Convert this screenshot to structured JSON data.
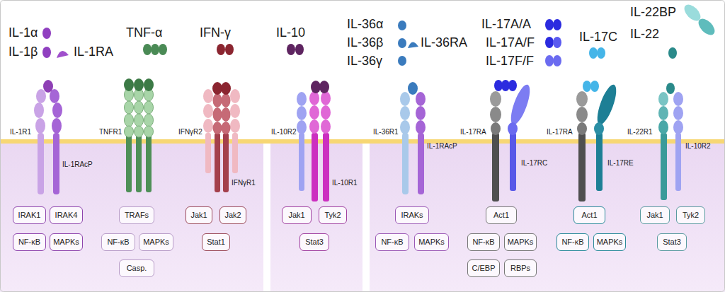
{
  "diagram": {
    "nodes": [
      {
        "text": [
          "IRAK1"
        ]
      },
      {
        "text": [
          "IRAK4"
        ]
      },
      {
        "text": [
          "NF-κB"
        ]
      },
      {
        "text": [
          "MAPKs"
        ]
      },
      {
        "text": [
          "TRAFs"
        ]
      },
      {
        "text": [
          "NF-κB"
        ]
      },
      {
        "text": [
          "MAPKs"
        ]
      },
      {
        "text": [
          "Casp."
        ]
      },
      {
        "text": [
          "Jak1"
        ]
      },
      {
        "text": [
          "Jak2"
        ]
      },
      {
        "text": [
          "Stat1"
        ]
      },
      {
        "text": [
          "Jak1"
        ]
      },
      {
        "text": [
          "Tyk2"
        ]
      },
      {
        "text": [
          "Stat3"
        ]
      },
      {
        "text": [
          "IRAKs"
        ]
      },
      {
        "text": [
          "NF-κB"
        ]
      },
      {
        "text": [
          "MAPKs"
        ]
      },
      {
        "text": [
          "Act1"
        ]
      },
      {
        "text": [
          "NF-κB"
        ]
      },
      {
        "text": [
          "MAPKs"
        ]
      },
      {
        "text": [
          "C/EBP"
        ]
      },
      {
        "text": [
          "RBPs"
        ]
      },
      {
        "text": [
          "Act1"
        ]
      },
      {
        "text": [
          "NF-κB"
        ]
      },
      {
        "text": [
          "MAPKs"
        ]
      },
      {
        "text": [
          "Jak1"
        ]
      },
      {
        "text": [
          "Tyk2"
        ]
      },
      {
        "text": [
          "Stat3"
        ]
      }
    ],
    "labels": [
      "IL-1α",
      "IL-1β",
      "IL-1RA",
      "TNF-α",
      "IFN-γ",
      "IL-10",
      "IL-36α",
      "IL-36β",
      "IL-36γ",
      "IL-36RA",
      "IL-17A/A",
      "IL-17A/F",
      "IL-17F/F",
      "IL-17C",
      "IL-22BP",
      "IL-22",
      "IL-1R1",
      "IL-1RAcP",
      "TNFR1",
      "IFNγR2",
      "IFNγR1",
      "IL-10R2",
      "IL-10R1",
      "IL-36R1",
      "IL-1RAcP",
      "IL-17RA",
      "IL-17RC",
      "IL-17RA",
      "IL-17RE",
      "IL-22R1",
      "IL-10R2"
    ]
  }
}
